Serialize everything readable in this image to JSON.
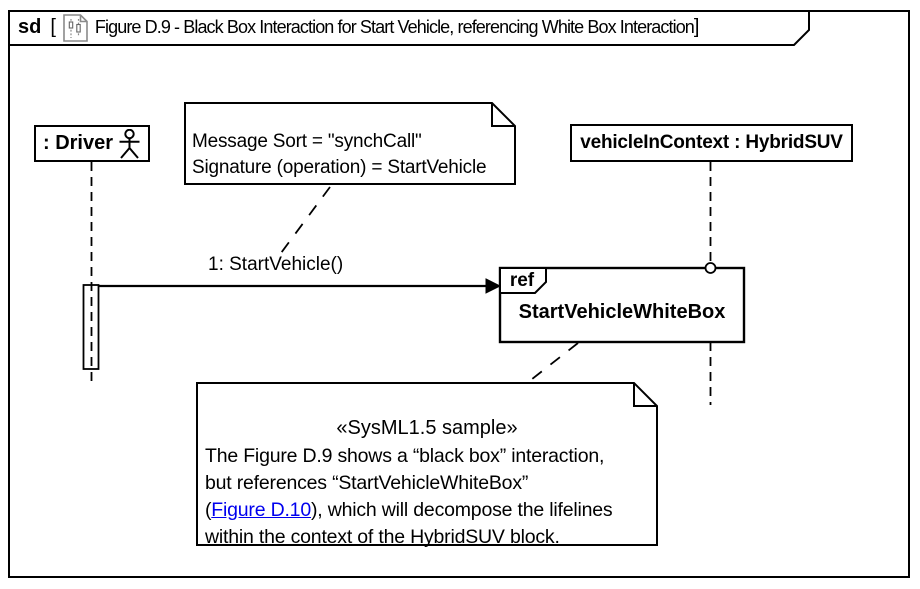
{
  "diagram": {
    "kind": "sd",
    "open_bracket": "[",
    "close_bracket": "]",
    "title": "Figure D.9 - Black Box Interaction for Start Vehicle, referencing White Box Interaction"
  },
  "lifelines": {
    "driver": {
      "label": ": Driver"
    },
    "vehicle": {
      "label": "vehicleInContext : HybridSUV"
    }
  },
  "message": {
    "label": "1: StartVehicle()"
  },
  "ref_fragment": {
    "operator": "ref",
    "name": "StartVehicleWhiteBox"
  },
  "constraint_note": {
    "line1": "Message Sort = \"synchCall\"",
    "line2": "Signature (operation) = StartVehicle"
  },
  "comment_note": {
    "stereotype": "«SysML1.5 sample»",
    "line1": "The Figure D.9 shows a “black box” interaction,",
    "line2": "but references “StartVehicleWhiteBox”",
    "line3_prefix": "(",
    "line3_link": "Figure D.10",
    "line3_suffix": "), which will decompose the lifelines",
    "line4": "within the context of the HybridSUV block."
  },
  "colors": {
    "line": "#000000",
    "background": "#ffffff",
    "link": "#0000ee",
    "icon_gray": "#8a8a8a"
  }
}
